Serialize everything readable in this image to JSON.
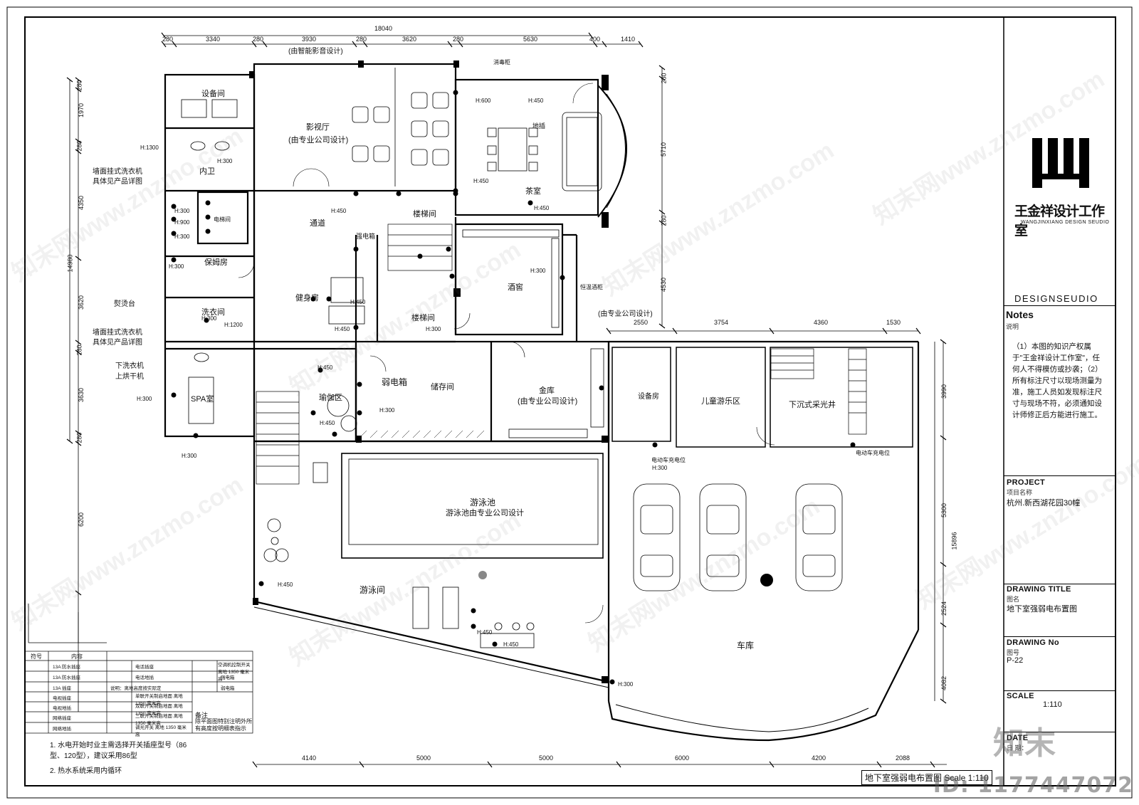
{
  "drawing": {
    "bottom_label": "地下室强弱电布置图 Scale 1:110",
    "top_note": "(由智能影音设计)",
    "wine_note": "(由专业公司设计)"
  },
  "dims_top": [
    "280",
    "3340",
    "280",
    "3930",
    "280",
    "3620",
    "280",
    "5630",
    "400",
    "1410"
  ],
  "dims_top_total": "18040",
  "dims_top_right": [
    "2550",
    "3754",
    "4360",
    "1530"
  ],
  "dims_bottom": [
    "4140",
    "5000",
    "5000",
    "6000",
    "4200",
    "2088"
  ],
  "dims_left": [
    "280",
    "1970",
    "280",
    "4350",
    "14980",
    "3620",
    "280",
    "3630",
    "280",
    "6200"
  ],
  "dims_right": [
    "280",
    "5710",
    "280",
    "4530",
    "3990",
    "5300",
    "15896",
    "2524",
    "4082"
  ],
  "rooms": [
    {
      "name": "设备间"
    },
    {
      "name": "影视厅"
    },
    {
      "name": "(由专业公司设计)"
    },
    {
      "name": "内卫"
    },
    {
      "name": "电梯间"
    },
    {
      "name": "保姆房"
    },
    {
      "name": "通道"
    },
    {
      "name": "楼梯间"
    },
    {
      "name": "强电箱"
    },
    {
      "name": "健身房"
    },
    {
      "name": "楼梯间"
    },
    {
      "name": "酒窖"
    },
    {
      "name": "茶室"
    },
    {
      "name": "洗衣间"
    },
    {
      "name": "SPA室"
    },
    {
      "name": "瑜伽区"
    },
    {
      "name": "弱电箱"
    },
    {
      "name": "储存间"
    },
    {
      "name": "金库"
    },
    {
      "name": "(由专业公司设计)"
    },
    {
      "name": "设备房"
    },
    {
      "name": "儿童游乐区"
    },
    {
      "name": "下沉式采光井"
    },
    {
      "name": "游泳池"
    },
    {
      "name": "游泳池由专业公司设计"
    },
    {
      "name": "游泳间"
    },
    {
      "name": "车库"
    },
    {
      "name": "电动车充电位"
    },
    {
      "name": "电动车充电位"
    },
    {
      "name": "消毒柜"
    },
    {
      "name": "地插"
    },
    {
      "name": "恒温酒柜"
    }
  ],
  "left_callouts": [
    "墙面挂式洗衣机",
    "具体见产品详图",
    "熨烫台",
    "墙面挂式洗衣机",
    "具体见产品详图",
    "下洗衣机",
    "上烘干机"
  ],
  "heights": [
    "H:1300",
    "H:300",
    "H:300",
    "H:900",
    "H:300",
    "H:300",
    "H:300",
    "H:1200",
    "H:300",
    "H:300",
    "H:450",
    "H:450",
    "H:450",
    "H:450",
    "H:300",
    "H:300",
    "H:450",
    "H:600",
    "H:450",
    "H:450",
    "H:450",
    "H:300",
    "H:450",
    "H:300",
    "H:450",
    "H:450",
    "H:300"
  ],
  "legend": {
    "header": [
      "符号",
      "内容"
    ],
    "rows": [
      [
        "13A 防水插座",
        "电话插座",
        "空调机控制开关 离地 1350 毫米高"
      ],
      [
        "13A 防水插座",
        "电话地插",
        "强电箱"
      ],
      [
        "13A 插座",
        "说明：离地高度按实际定",
        "弱电箱"
      ],
      [
        "电视插座",
        "单联开关制启地面 离地 1350 毫米高",
        ""
      ],
      [
        "电视地插",
        "双联开关制启地面 离地 1350 毫米高",
        ""
      ],
      [
        "网络插座",
        "三联开关制启地面 离地 1350 毫米高",
        ""
      ],
      [
        "网络地插",
        "调光开关 离地 1350 毫米高",
        ""
      ]
    ],
    "remark_title": "备注",
    "remark_text": "除平面图特别注明外所有高度按明细表指示"
  },
  "footnotes": [
    "1. 水电开始时业主需选择开关插座型号（86型、120型），建议采用86型",
    "2. 热水系统采用内循环"
  ],
  "title_block": {
    "brand_cn": "王金祥设计工作室",
    "brand_en": "WANGJINXIANG DESIGN SEUDIO",
    "studio": "DESIGNSEUDIO",
    "notes_title": "Notes",
    "notes_sub": "说明",
    "notes_text": "（1）本图的知识产权属于\"王金祥设计工作室\"，任何人不得模仿或抄袭；（2）所有标注尺寸以现场测量为准，施工人员如发现标注尺寸与现场不符，必须通知设计师修正后方能进行施工。",
    "project_title": "PROJECT",
    "project_sub": "项目名称",
    "project_value": "杭州.新西湖花园30幢",
    "drawing_title": "DRAWING  TITLE",
    "drawing_sub": "图名",
    "drawing_value": "地下室强弱电布置图",
    "drawing_no_title": "DRAWING No",
    "drawing_no_sub": "图号",
    "drawing_no_value": "P-22",
    "scale_title": "SCALE",
    "scale_value": "1:110",
    "date_title": "DATE",
    "date_sub": "日 期："
  },
  "watermark": "知末网www.znzmo.com",
  "id_tag": "ID: 1177447072",
  "corner_logo": "知末"
}
